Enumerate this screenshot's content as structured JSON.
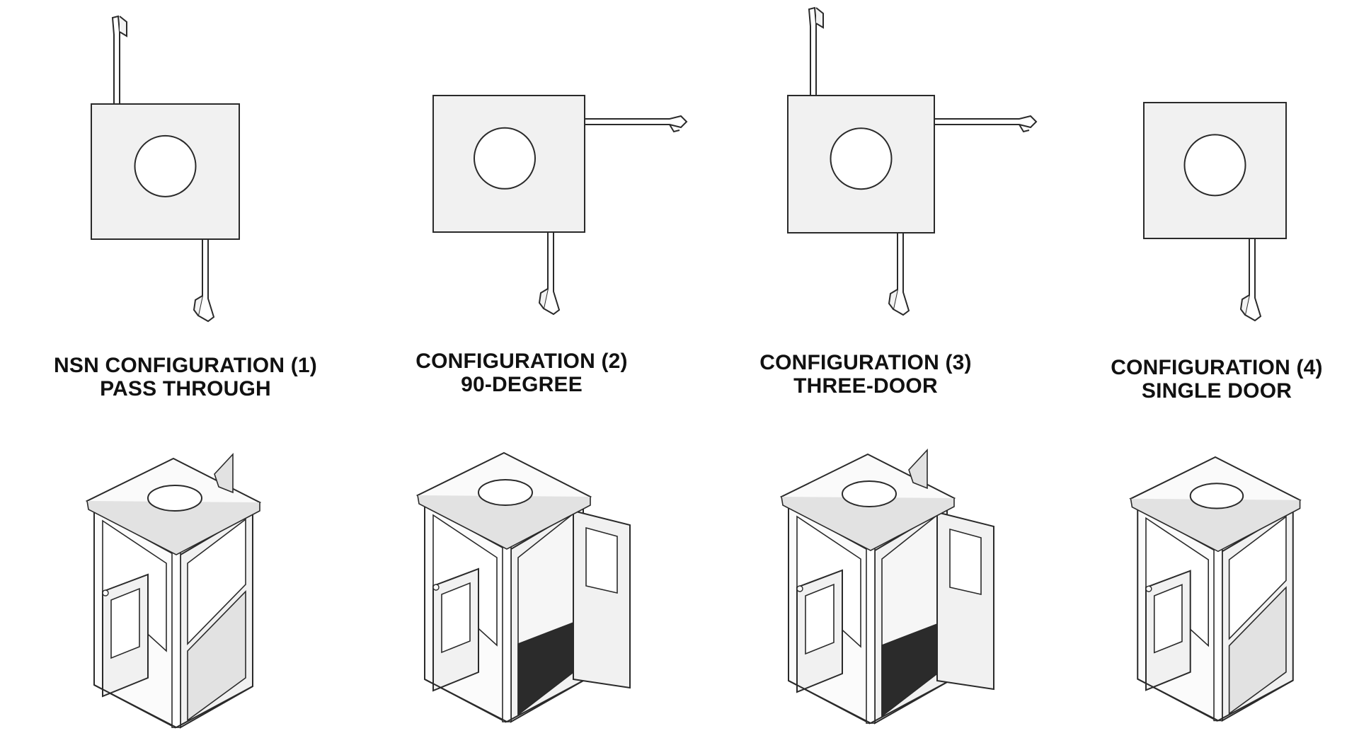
{
  "configurations": [
    {
      "line1": "NSN CONFIGURATION (1)",
      "line2": "PASS THROUGH",
      "doors": [
        "north",
        "south"
      ]
    },
    {
      "line1": "CONFIGURATION (2)",
      "line2": "90-DEGREE",
      "doors": [
        "east",
        "south"
      ]
    },
    {
      "line1": "CONFIGURATION (3)",
      "line2": "THREE-DOOR",
      "doors": [
        "north",
        "east",
        "south"
      ]
    },
    {
      "line1": "CONFIGURATION (4)",
      "line2": "SINGLE DOOR",
      "doors": [
        "south"
      ]
    }
  ],
  "colors": {
    "line": "#2a2a2a",
    "panel": "#f1f1f1",
    "panel_light": "#fbfbfb",
    "panel_shade": "#e2e2e2",
    "floor": "#2b2b2b",
    "text": "#111111"
  }
}
